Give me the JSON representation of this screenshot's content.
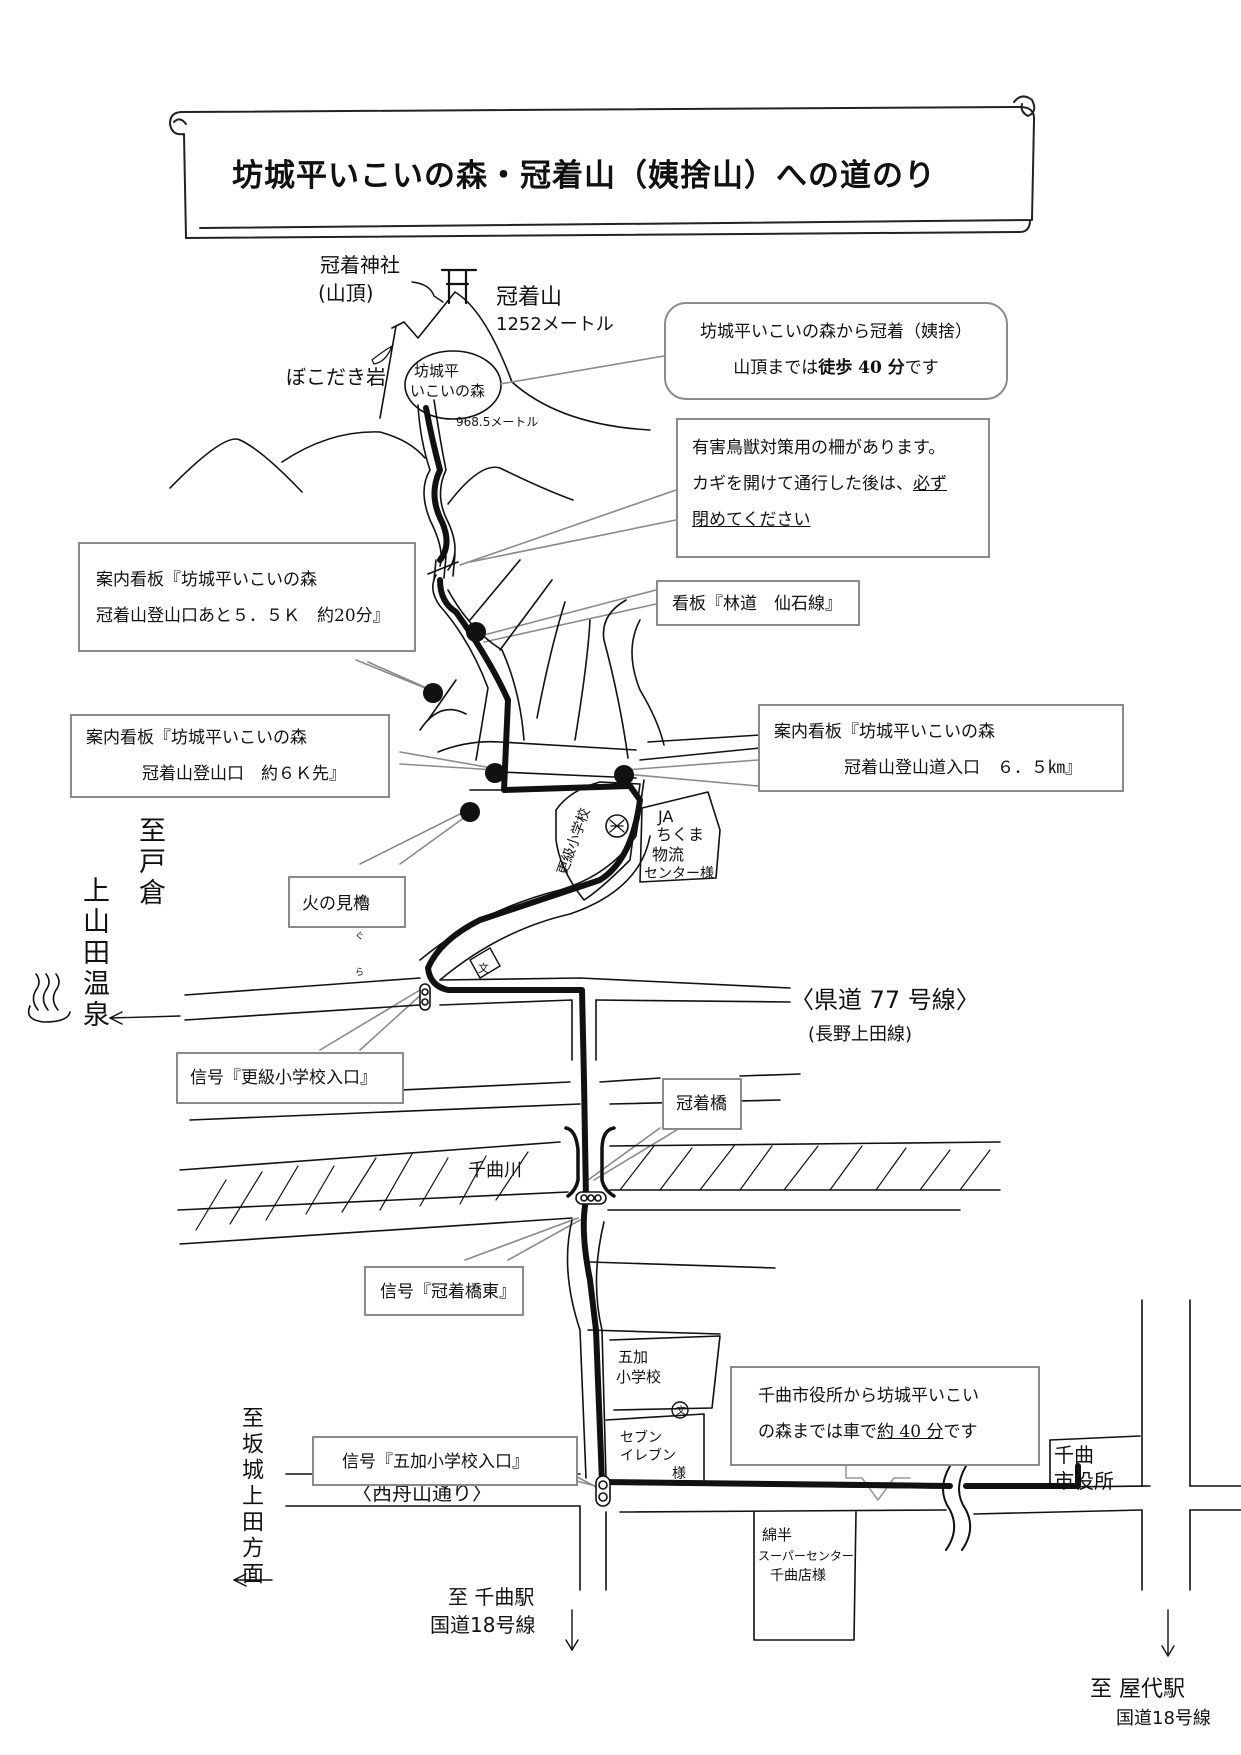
{
  "title": "坊城平いこいの森・冠着山（姨捨山）への道のり",
  "mountain": {
    "shrine_label_1": "冠着神社",
    "shrine_label_2": "(山頂)",
    "peak_name": "冠着山",
    "peak_height": "1252メートル",
    "rock_label": "ぼこだき岩",
    "forest_label_1": "坊城平",
    "forest_label_2": "いこいの森",
    "forest_height": "968.5メートル"
  },
  "callouts": {
    "walk_time": {
      "line1": "坊城平いこいの森から冠着（姨捨）",
      "line2_pre": "山頂までは",
      "line2_bold": "徒歩 40 分",
      "line2_post": "です"
    },
    "fence": {
      "line1": "有害鳥獣対策用の柵があります。",
      "line2_pre": "カギを開けて通行した後は、",
      "line2_u": "必ず",
      "line3_u": "閉めてください"
    },
    "sign_55k": {
      "line1": "案内看板『坊城平いこいの森",
      "line2": "冠着山登山口あと５．５Ｋ　約20分』"
    },
    "sign_rindo": "看板『林道　仙石線』",
    "sign_6k": {
      "line1": "案内看板『坊城平いこいの森",
      "line2": "冠着山登山口　約６Ｋ先』"
    },
    "sign_65km": {
      "line1": "案内看板『坊城平いこいの森",
      "line2": "冠着山登山道入口　６．５㎞』"
    },
    "yagura": {
      "text_pre": "火の見",
      "text_kanji": "櫓",
      "ruby": "やぐら"
    },
    "signal_sarashina": "信号『更級小学校入口』",
    "bridge": "冠着橋",
    "signal_bridge_east": "信号『冠着橋東』",
    "signal_goka": "信号『五加小学校入口』",
    "car_time": {
      "line1": "千曲市役所から坊城平いこい",
      "line2_pre": "の森までは車で",
      "line2_u": "約 40 分",
      "line2_post": "です"
    }
  },
  "places": {
    "sarashina_school": "更級小学校",
    "ja": "JA",
    "ja_2": "ちくま",
    "ja_3": "物流",
    "ja_4": "センター様",
    "goka_school_1": "五加",
    "goka_school_2": "小学校",
    "seven_1": "セブン",
    "seven_2": "イレブン",
    "seven_3": "様",
    "super_1": "綿半",
    "super_2": "スーパーセンター",
    "super_3": "千曲店様",
    "city_hall_1": "千曲",
    "city_hall_2": "市役所",
    "river": "千曲川",
    "school_symbol": "文"
  },
  "roads": {
    "prefectural": "〈県道 77 号線〉",
    "prefectural_sub": "(長野上田線)",
    "nishifunayama": "〈西舟山通り〉"
  },
  "directions": {
    "togura_1": "至",
    "togura_2": "戸倉",
    "kamiyamada": "上山田温泉",
    "sakaki": "至坂城上田方面",
    "chikuma_station_1": "至 千曲駅",
    "chikuma_station_2": "国道18号線",
    "yashiro_station_1": "至 屋代駅",
    "yashiro_station_2": "国道18号線"
  },
  "icons": {
    "hot_spring": "♨",
    "torii": "shrine-torii-icon",
    "traffic_signal": "traffic-signal-icon",
    "sign_marker": "sign-marker-icon"
  }
}
